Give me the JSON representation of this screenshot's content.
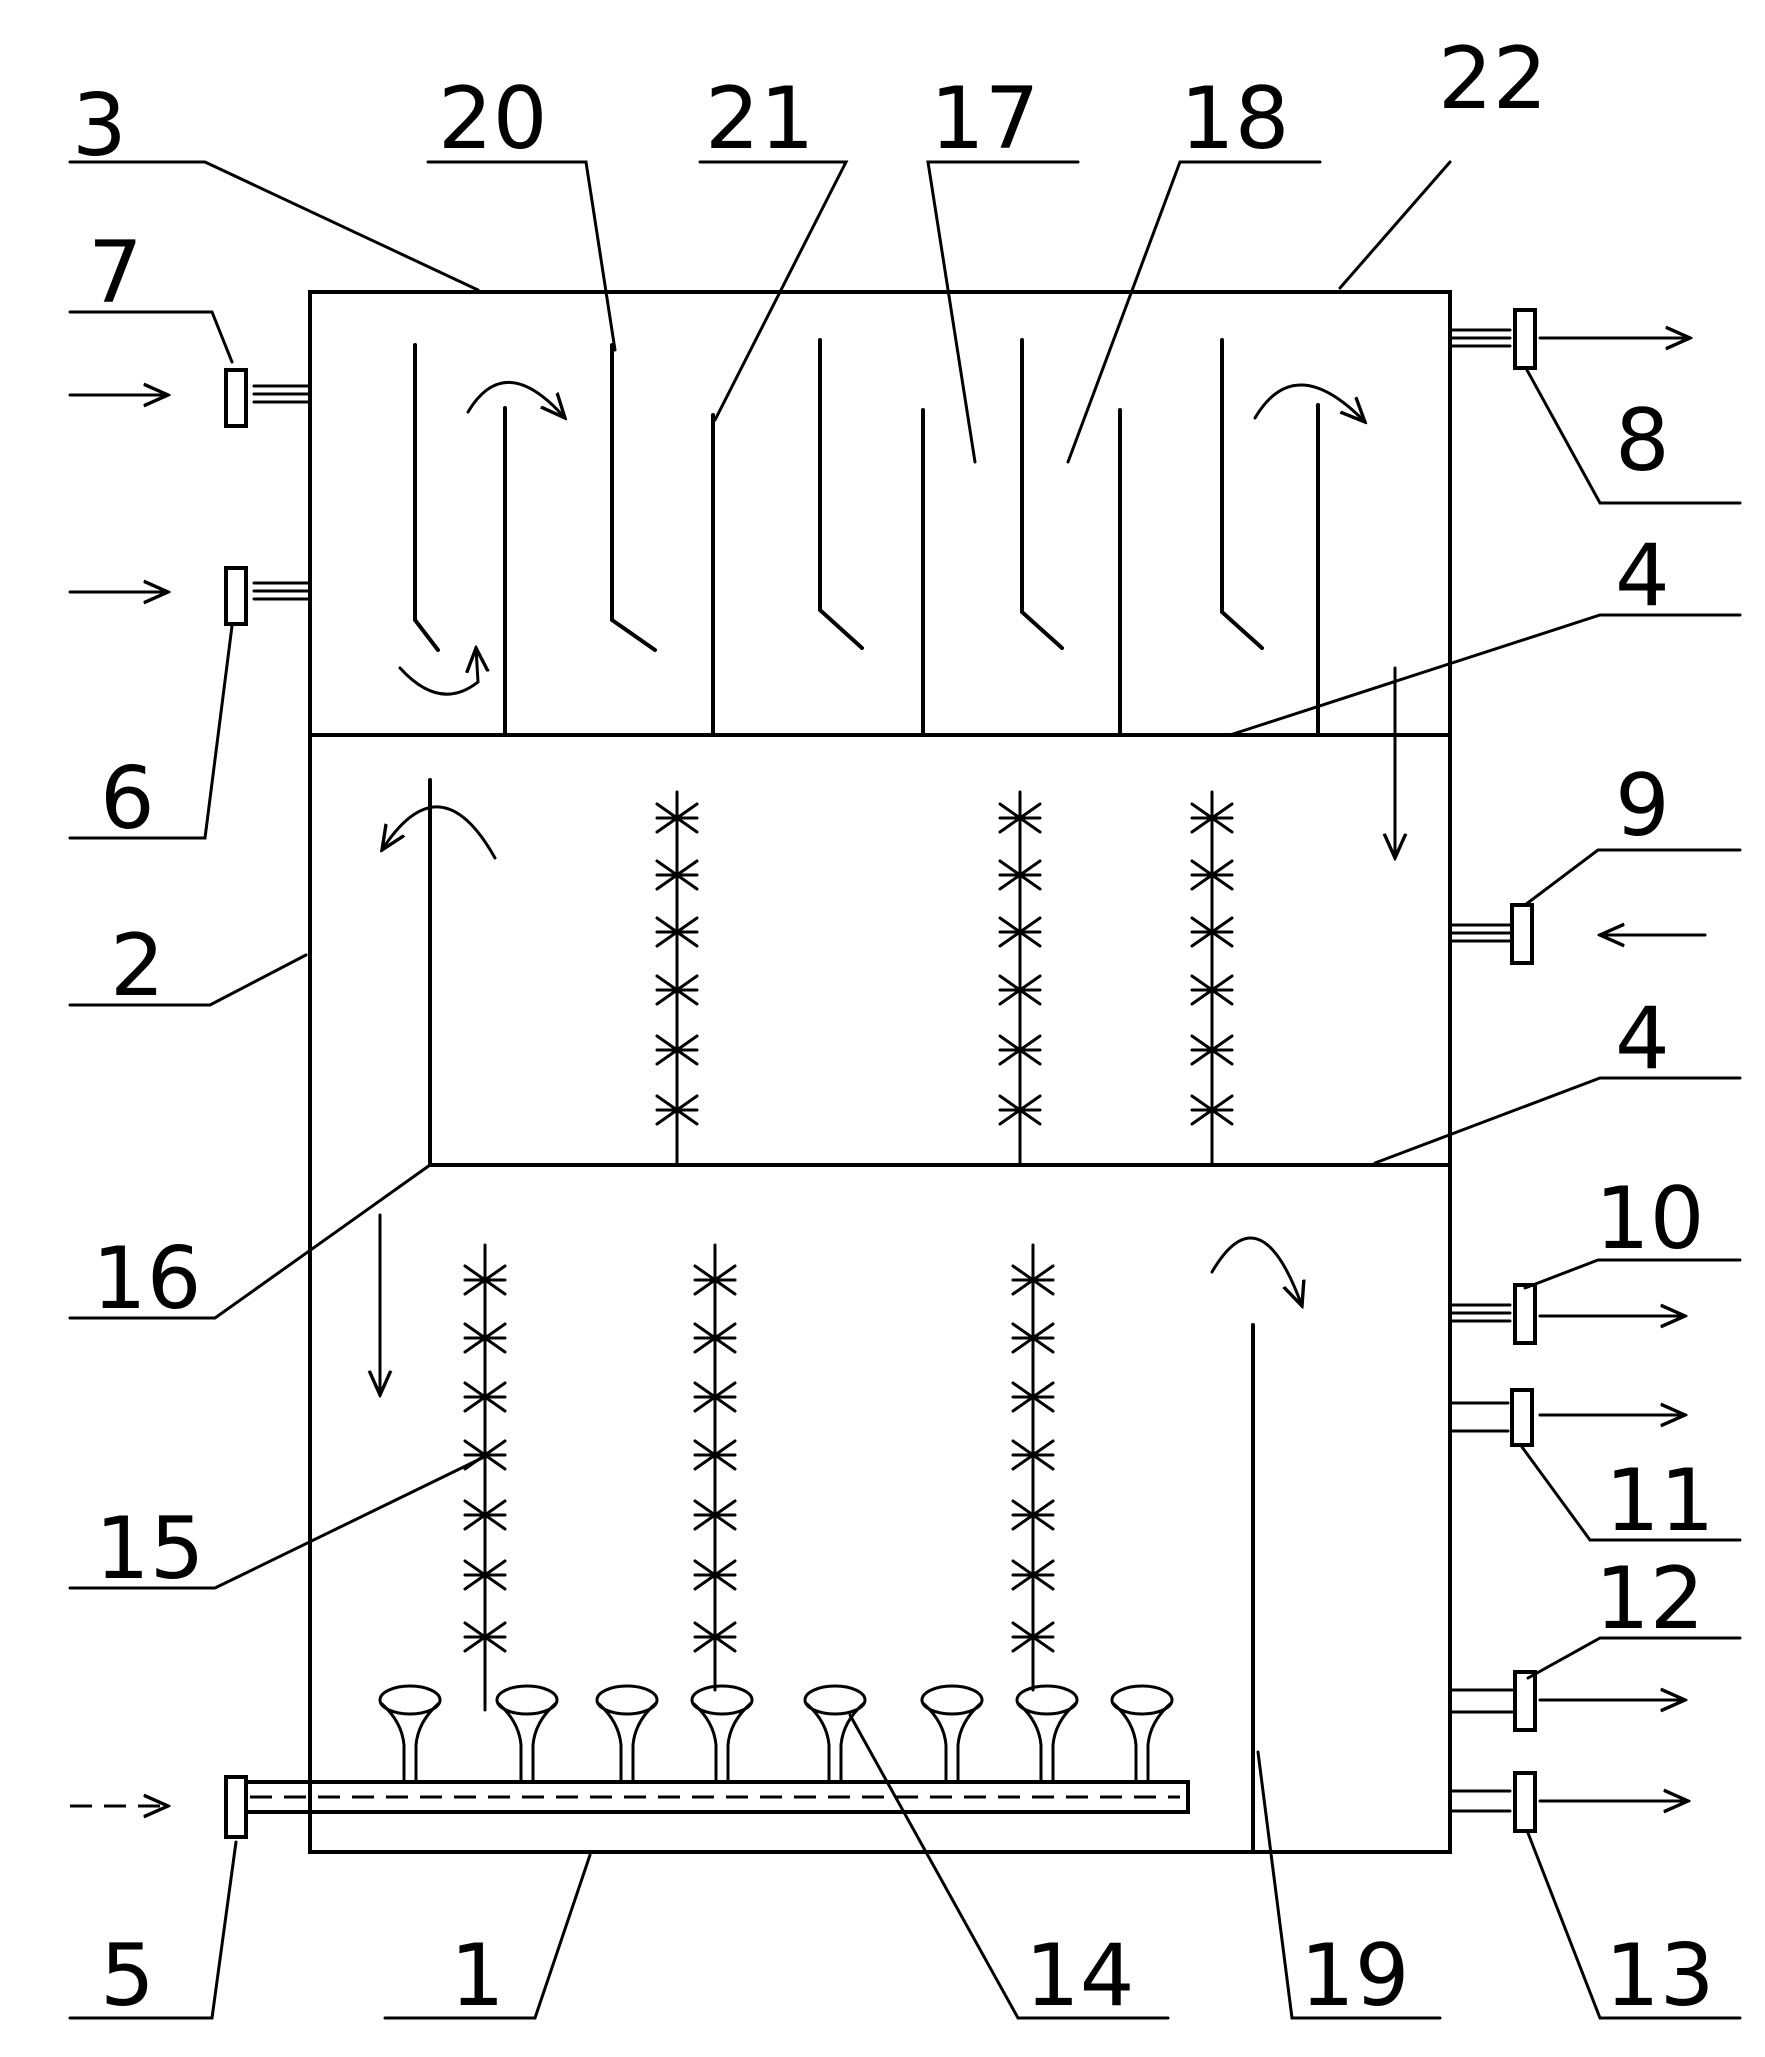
{
  "labels": {
    "n1": "1",
    "n2": "2",
    "n3": "3",
    "n4a": "4",
    "n4b": "4",
    "n5": "5",
    "n6": "6",
    "n7": "7",
    "n8": "8",
    "n9": "9",
    "n10": "10",
    "n11": "11",
    "n12": "12",
    "n13": "13",
    "n14": "14",
    "n15": "15",
    "n16": "16",
    "n17": "17",
    "n18": "18",
    "n19": "19",
    "n20": "20",
    "n21": "21",
    "n22": "22"
  }
}
